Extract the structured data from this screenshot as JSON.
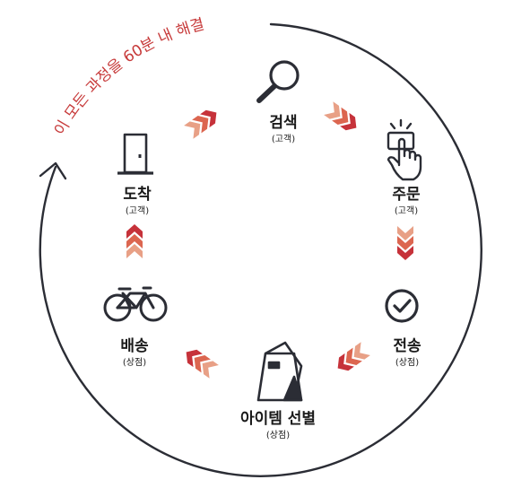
{
  "caption": "이 모든 과정을 60분 내 해결",
  "colors": {
    "stroke": "#2b2d35",
    "caption": "#c73a3a",
    "chevron_dark": "#c6323a",
    "chevron_mid": "#dc6650",
    "chevron_light": "#e8a086"
  },
  "steps": [
    {
      "id": "search",
      "icon": "magnifier-icon",
      "title": "검색",
      "actor": "(고객)"
    },
    {
      "id": "order",
      "icon": "press-button-icon",
      "title": "주문",
      "actor": "(고객)"
    },
    {
      "id": "send",
      "icon": "check-circle-icon",
      "title": "전송",
      "actor": "(상점)"
    },
    {
      "id": "select",
      "icon": "shopping-bag-icon",
      "title": "아이템 선별",
      "actor": "(상점)"
    },
    {
      "id": "deliver",
      "icon": "bicycle-icon",
      "title": "배송",
      "actor": "(상점)"
    },
    {
      "id": "arrive",
      "icon": "door-icon",
      "title": "도착",
      "actor": "(고객)"
    }
  ]
}
